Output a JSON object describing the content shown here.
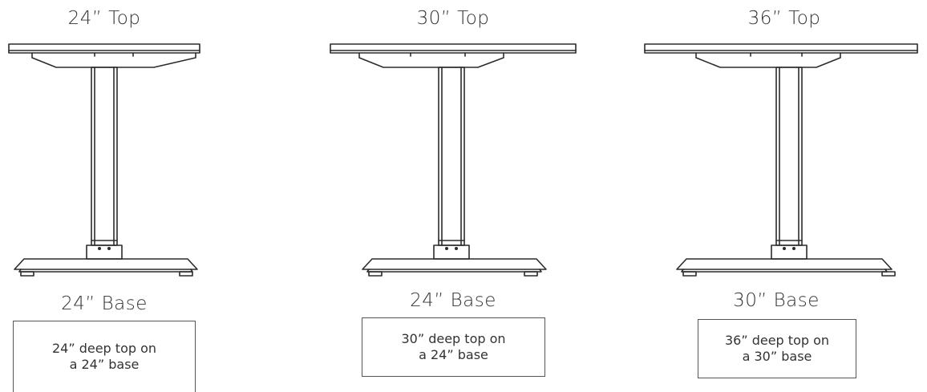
{
  "configurations": [
    {
      "top_label": "24” Top",
      "base_label": "24” Base",
      "description_line1": "24” deep top on",
      "description_line2": "a 24” base"
    },
    {
      "top_label": "30” Top",
      "base_label": "24” Base",
      "description_line1": "30” deep top on",
      "description_line2": "a 24” base"
    },
    {
      "top_label": "36” Top",
      "base_label": "30” Base",
      "description_line1": "36” deep top on",
      "description_line2": "a 30” base"
    }
  ],
  "colors": {
    "line": "#2b2b2b"
  }
}
